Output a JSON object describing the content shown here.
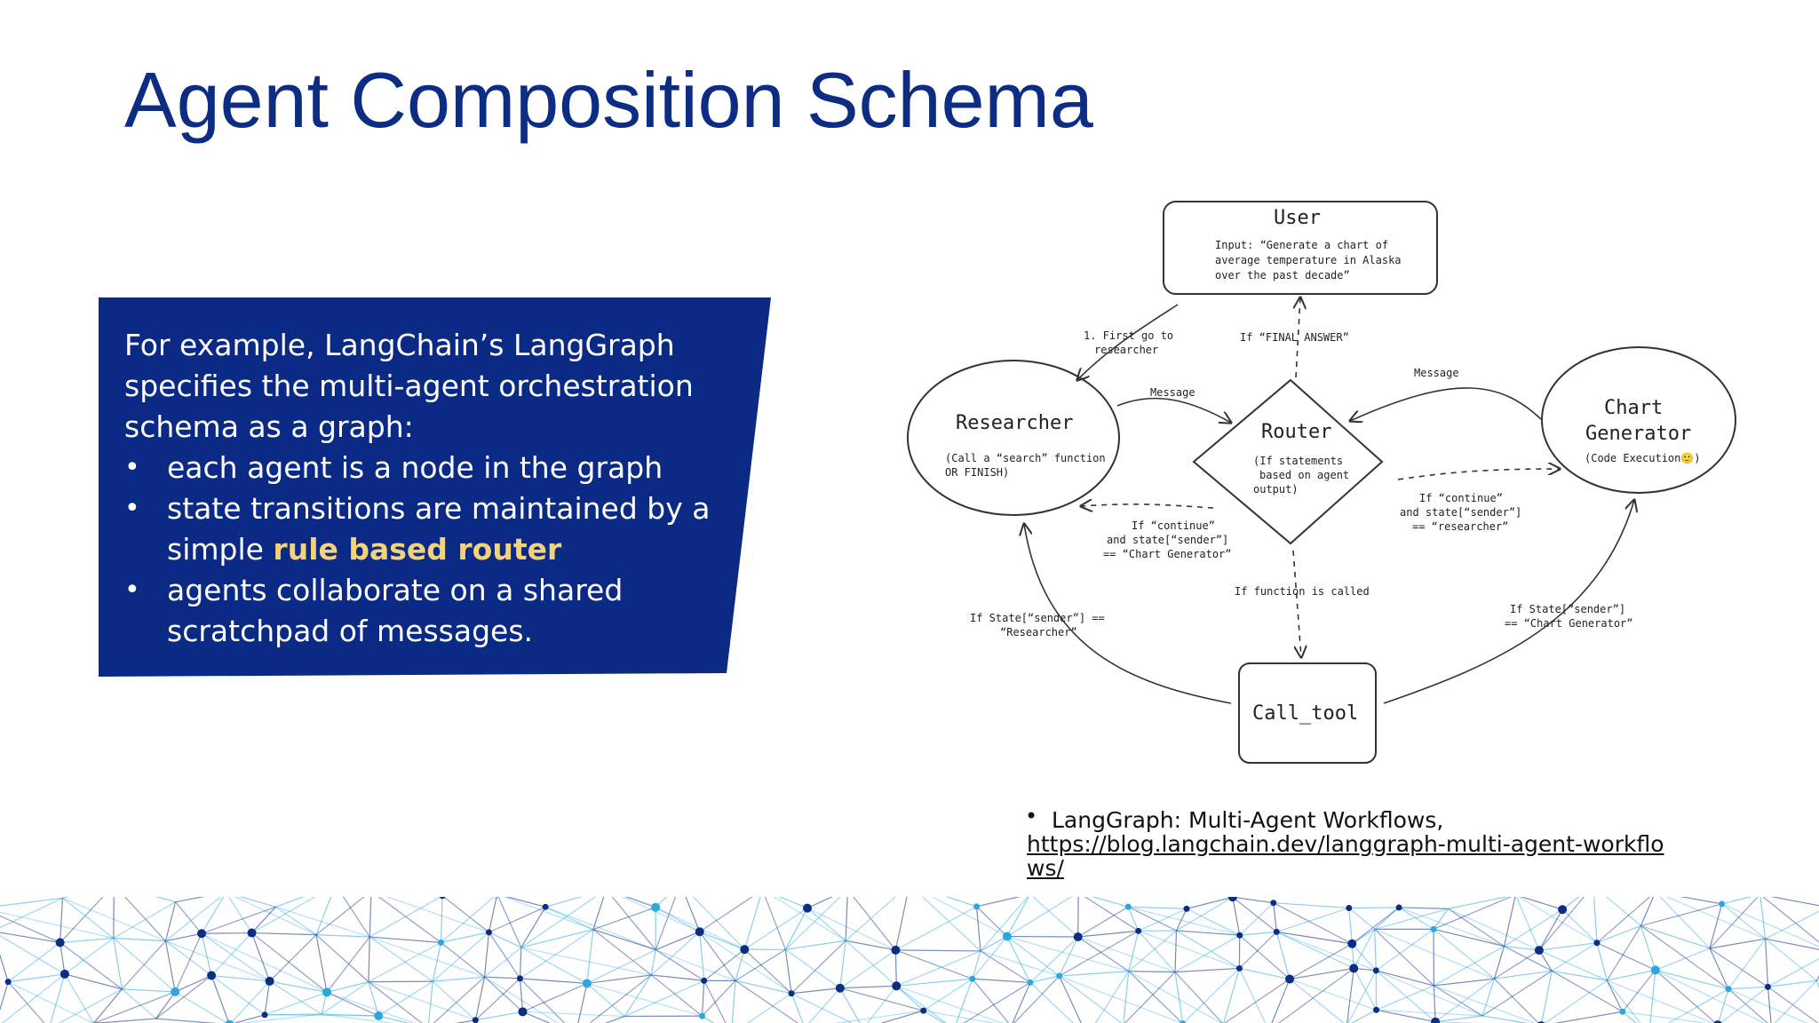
{
  "title": "Agent Composition Schema",
  "panel": {
    "intro": "For example, LangChain’s LangGraph specifies the multi-agent orchestration schema as a graph:",
    "bullets": [
      {
        "text": "each agent is a node in the graph",
        "highlight": ""
      },
      {
        "text": "state transitions are maintained by a simple ",
        "highlight": "rule based router"
      },
      {
        "text": "agents collaborate on a shared scratchpad of messages.",
        "highlight": ""
      }
    ]
  },
  "diagram": {
    "user": {
      "label": "User",
      "input_lines": [
        "Input: “Generate a chart of",
        "average temperature in Alaska",
        "over the past decade”"
      ]
    },
    "researcher": {
      "label": "Researcher",
      "sub_lines": [
        "(Call a “search” function",
        "OR FINISH)"
      ]
    },
    "router": {
      "label": "Router",
      "sub_lines": [
        "(If statements",
        "based on agent",
        "output)"
      ]
    },
    "chart_generator": {
      "label_lines": [
        "Chart",
        "Generator"
      ],
      "sub": "(Code Execution🙂)"
    },
    "call_tool": {
      "label": "Call_tool"
    },
    "edge_labels": {
      "first_go": [
        "1. First go to",
        "researcher"
      ],
      "final_answer": "If “FINAL ANSWER”",
      "message_left": "Message",
      "message_right": "Message",
      "continue_chart": [
        "If “continue”",
        "and state[“sender”]",
        "== “Chart Generator”"
      ],
      "continue_researcher": [
        "If “continue”",
        "and state[“sender”]",
        "== “researcher”"
      ],
      "function_called": "If function is called",
      "sender_researcher": [
        "If State[“sender”] ==",
        "“Researcher”"
      ],
      "sender_chart": [
        "If State[“sender”]",
        "== “Chart Generator”"
      ]
    }
  },
  "reference": {
    "label": "LangGraph: Multi-Agent Workflows,",
    "url": "https://blog.langchain.dev/langgraph-multi-agent-workflows/"
  },
  "colors": {
    "title": "#0c2d83",
    "panel": "#0b2a86",
    "highlight": "#f4d27a",
    "network_dark": "#0c2d83",
    "network_light": "#29a8e0"
  }
}
